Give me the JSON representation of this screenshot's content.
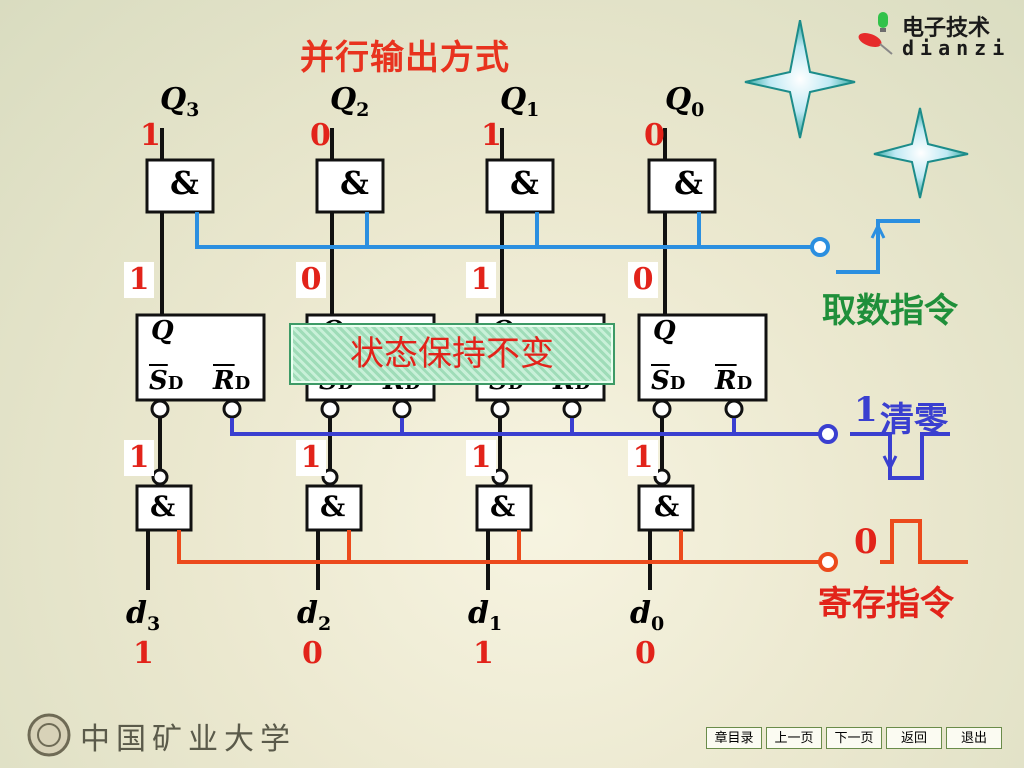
{
  "title": "并行输出方式",
  "logo": {
    "text": "电子技术",
    "sub": "dianzi"
  },
  "university": "中国矿业大学",
  "columns": [
    {
      "q_label": "Q",
      "q_sub": "3",
      "q_bit": "1",
      "ff_bit": "1",
      "in_bit": "1",
      "d_label": "d",
      "d_sub": "3",
      "d_bit": "1"
    },
    {
      "q_label": "Q",
      "q_sub": "2",
      "q_bit": "0",
      "ff_bit": "0",
      "in_bit": "1",
      "d_label": "d",
      "d_sub": "2",
      "d_bit": "0"
    },
    {
      "q_label": "Q",
      "q_sub": "1",
      "q_bit": "1",
      "ff_bit": "1",
      "in_bit": "1",
      "d_label": "d",
      "d_sub": "1",
      "d_bit": "1"
    },
    {
      "q_label": "Q",
      "q_sub": "0",
      "q_bit": "0",
      "ff_bit": "0",
      "in_bit": "1",
      "d_label": "d",
      "d_sub": "0",
      "d_bit": "0"
    }
  ],
  "gate_symbol": "&",
  "ff": {
    "q": "Q",
    "s": "S",
    "r": "R",
    "sub": "D"
  },
  "overlay": "状态保持不变",
  "signals": {
    "fetch": "取数指令",
    "clear_bit": "1",
    "clear": "清零",
    "store_bit": "0",
    "store": "寄存指令"
  },
  "nav": [
    "章目录",
    "上一页",
    "下一页",
    "返回",
    "退出"
  ],
  "colors": {
    "title": "#e8321e",
    "fetch": "#2b8fe0",
    "clear": "#3a3fd0",
    "store": "#ec4a1c",
    "bits": "#e2231a",
    "fetch_text": "#1f8f3a"
  }
}
